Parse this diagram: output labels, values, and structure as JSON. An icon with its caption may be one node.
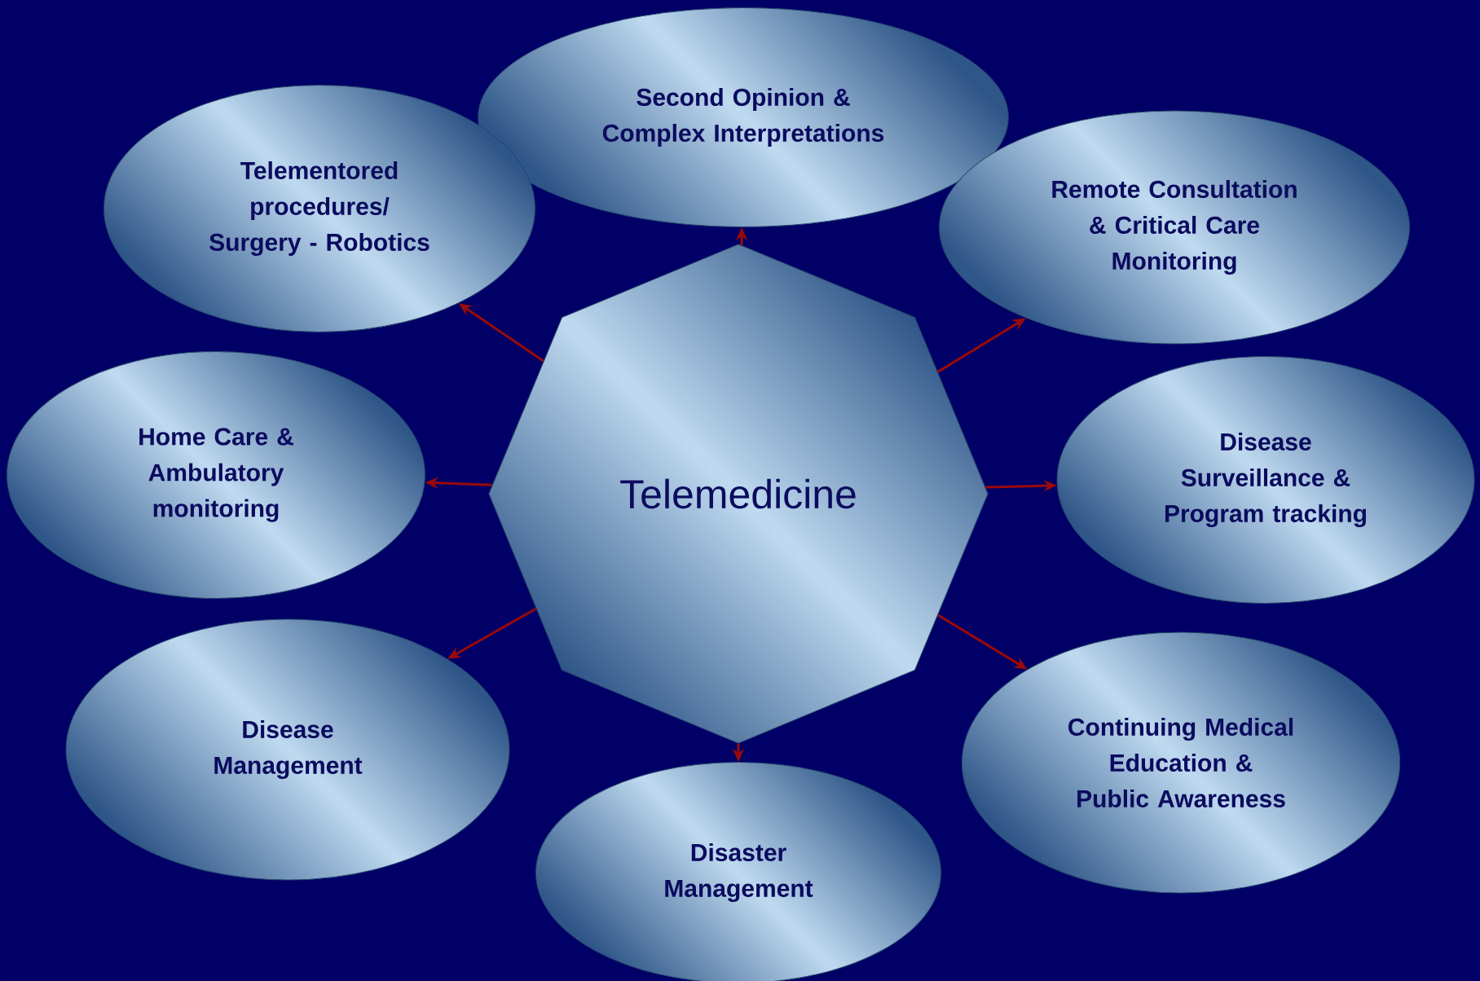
{
  "diagram": {
    "nodes": [
      {
        "text": [
          "Telemedicine"
        ]
      },
      {
        "text": [
          "Second Opinion & Complex Interpretations"
        ]
      },
      {
        "text": [
          "Telementored procedures/ Surgery - Robotics"
        ]
      },
      {
        "text": [
          "Remote Consultation & Critical Care Monitoring"
        ]
      },
      {
        "text": [
          "Home Care & Ambulatory monitoring"
        ]
      },
      {
        "text": [
          "Disease Surveillance & Program tracking"
        ]
      },
      {
        "text": [
          "Disease Management"
        ]
      },
      {
        "text": [
          "Disaster Management"
        ]
      },
      {
        "text": [
          "Continuing Medical Education & Public Awareness"
        ]
      }
    ],
    "edges": [
      {
        "from": 0,
        "to": 1,
        "arrow": "to"
      },
      {
        "from": 0,
        "to": 2,
        "arrow": "to"
      },
      {
        "from": 0,
        "to": 3,
        "arrow": "to"
      },
      {
        "from": 0,
        "to": 4,
        "arrow": "to"
      },
      {
        "from": 0,
        "to": 5,
        "arrow": "to"
      },
      {
        "from": 0,
        "to": 6,
        "arrow": "to"
      },
      {
        "from": 0,
        "to": 7,
        "arrow": "to"
      },
      {
        "from": 0,
        "to": 8,
        "arrow": "to"
      }
    ]
  }
}
